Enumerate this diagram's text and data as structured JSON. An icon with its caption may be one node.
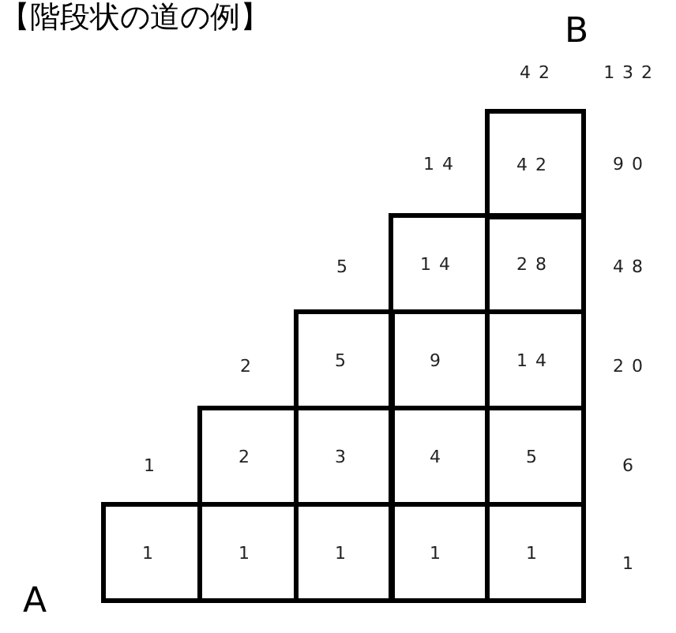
{
  "diagram": {
    "title": "【階段状の道の例】",
    "nodes": [
      {
        "text": [
          "42"
        ]
      },
      {
        "text": [
          "14"
        ]
      },
      {
        "text": [
          "28"
        ]
      },
      {
        "text": [
          "5"
        ]
      },
      {
        "text": [
          "9"
        ]
      },
      {
        "text": [
          "14"
        ]
      },
      {
        "text": [
          "2"
        ]
      },
      {
        "text": [
          "3"
        ]
      },
      {
        "text": [
          "4"
        ]
      },
      {
        "text": [
          "5"
        ]
      },
      {
        "text": [
          "1"
        ]
      },
      {
        "text": [
          "1"
        ]
      },
      {
        "text": [
          "1"
        ]
      },
      {
        "text": [
          "1"
        ]
      },
      {
        "text": [
          "1"
        ]
      }
    ],
    "labels": [
      "B",
      "42",
      "132",
      "14",
      "90",
      "5",
      "48",
      "2",
      "20",
      "1",
      "6",
      "1",
      "A"
    ]
  }
}
